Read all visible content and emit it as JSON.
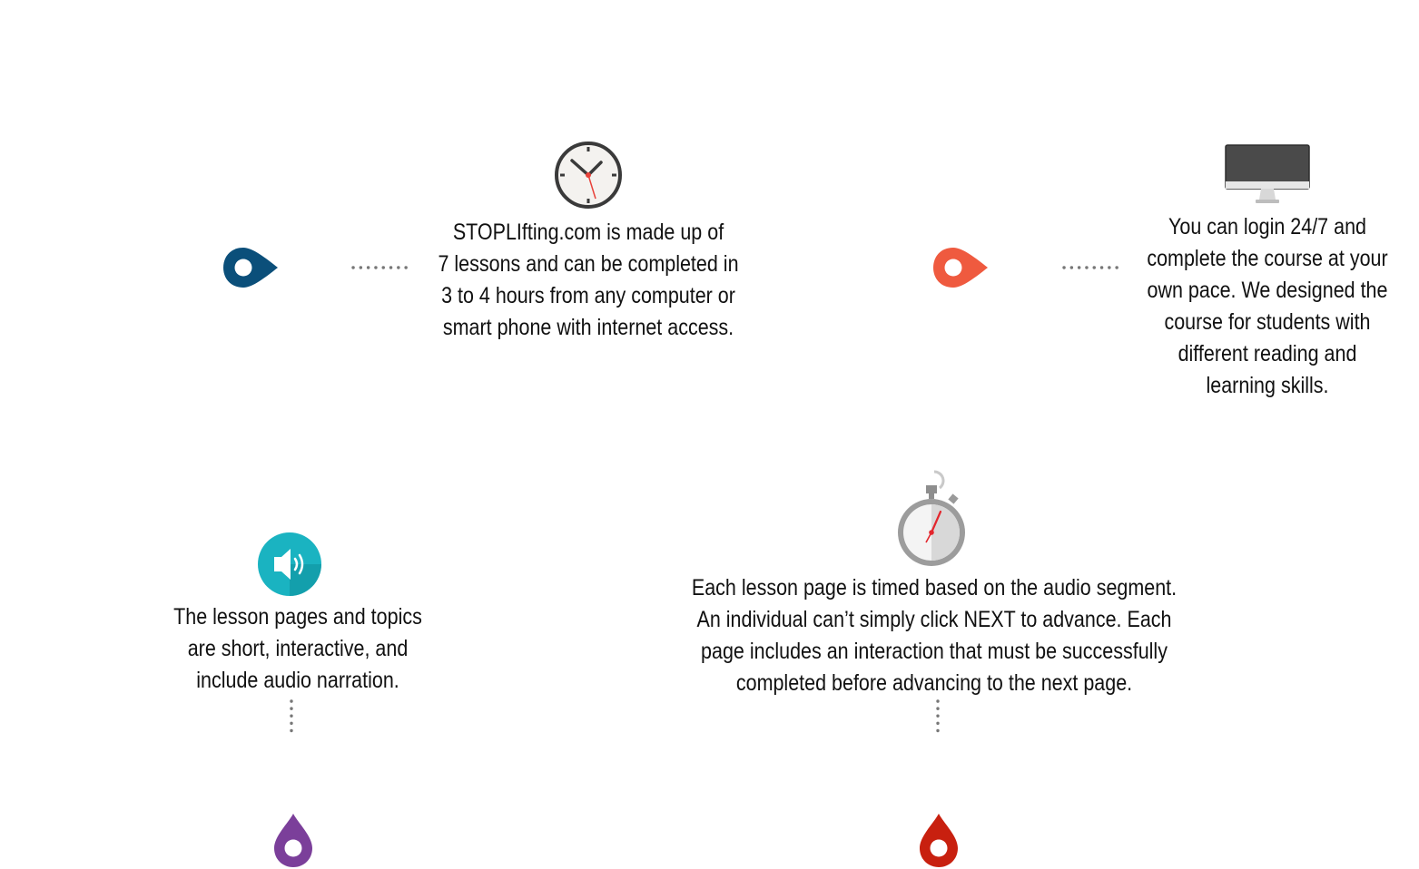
{
  "features": [
    {
      "id": "lessons",
      "icon": "clock-icon",
      "marker_color": "#0b4f7a",
      "lines": [
        "STOPLIfting.com is made up of",
        "7 lessons and can be completed in",
        "3 to 4 hours from any computer or",
        "smart phone with internet access."
      ]
    },
    {
      "id": "anytime",
      "icon": "monitor-icon",
      "marker_color": "#ef5a3f",
      "lines": [
        "You can login 24/7 and",
        "complete the course at your",
        "own pace. We designed the",
        "course for students with",
        "different reading and",
        "learning skills."
      ]
    },
    {
      "id": "audio",
      "icon": "speaker-icon",
      "marker_color": "#7b3f9a",
      "lines": [
        "The lesson pages and topics",
        "are short, interactive, and",
        "include audio narration."
      ]
    },
    {
      "id": "timed",
      "icon": "stopwatch-icon",
      "marker_color": "#c8200f",
      "lines": [
        "Each lesson page is timed based on the audio segment.",
        "An individual can’t simply click NEXT to advance. Each",
        "page includes an interaction that must be successfully",
        "completed before advancing to the next page."
      ]
    }
  ],
  "colors": {
    "dots": "#777777",
    "speaker_bg": "#1ab3c1",
    "monitor_screen": "#4a4a4a"
  }
}
